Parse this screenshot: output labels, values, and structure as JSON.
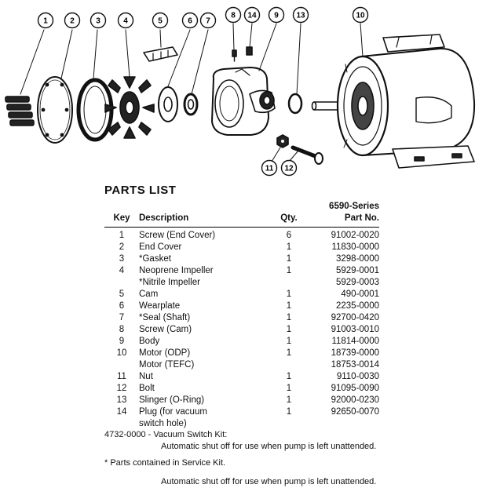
{
  "diagram": {
    "callouts": [
      "1",
      "2",
      "3",
      "4",
      "5",
      "6",
      "7",
      "8",
      "14",
      "9",
      "13",
      "10",
      "11",
      "12"
    ]
  },
  "parts_list": {
    "title": "PARTS LIST",
    "headers": {
      "key": "Key",
      "description": "Description",
      "qty": "Qty.",
      "series": "6590-Series",
      "part_no": "Part No."
    },
    "rows": [
      {
        "key": "1",
        "desc": "Screw (End Cover)",
        "qty": "6",
        "part": "91002-0020"
      },
      {
        "key": "2",
        "desc": "End Cover",
        "qty": "1",
        "part": "11830-0000"
      },
      {
        "key": "3",
        "desc": "*Gasket",
        "qty": "1",
        "part": "3298-0000"
      },
      {
        "key": "4",
        "desc": "Neoprene Impeller",
        "qty": "1",
        "part": "5929-0001"
      },
      {
        "key": "",
        "desc": "*Nitrile Impeller",
        "qty": "",
        "part": "5929-0003"
      },
      {
        "key": "5",
        "desc": "Cam",
        "qty": "1",
        "part": "490-0001"
      },
      {
        "key": "6",
        "desc": "Wearplate",
        "qty": "1",
        "part": "2235-0000"
      },
      {
        "key": "7",
        "desc": "*Seal (Shaft)",
        "qty": "1",
        "part": "92700-0420"
      },
      {
        "key": "8",
        "desc": "Screw (Cam)",
        "qty": "1",
        "part": "91003-0010"
      },
      {
        "key": "9",
        "desc": "Body",
        "qty": "1",
        "part": "11814-0000"
      },
      {
        "key": "10",
        "desc": "Motor (ODP)",
        "qty": "1",
        "part": "18739-0000"
      },
      {
        "key": "",
        "desc": "Motor (TEFC)",
        "qty": "",
        "part": "18753-0014"
      },
      {
        "key": "11",
        "desc": "Nut",
        "qty": "1",
        "part": "9110-0030"
      },
      {
        "key": "12",
        "desc": "Bolt",
        "qty": "1",
        "part": "91095-0090"
      },
      {
        "key": "13",
        "desc": "Slinger (O-Ring)",
        "qty": "1",
        "part": "92000-0230"
      },
      {
        "key": "14",
        "desc": "Plug (for vacuum",
        "qty": "1",
        "part": "92650-0070"
      },
      {
        "key": "",
        "desc": "switch hole)",
        "qty": "",
        "part": ""
      }
    ]
  },
  "notes": {
    "kit_line": "4732-0000 - Vacuum Switch Kit:",
    "kit_desc": "Automatic shut off for use when pump is left unattended.",
    "service_line": "* Parts contained in Service Kit.",
    "repeat_desc": "Automatic shut off for use when pump is left unattended."
  }
}
